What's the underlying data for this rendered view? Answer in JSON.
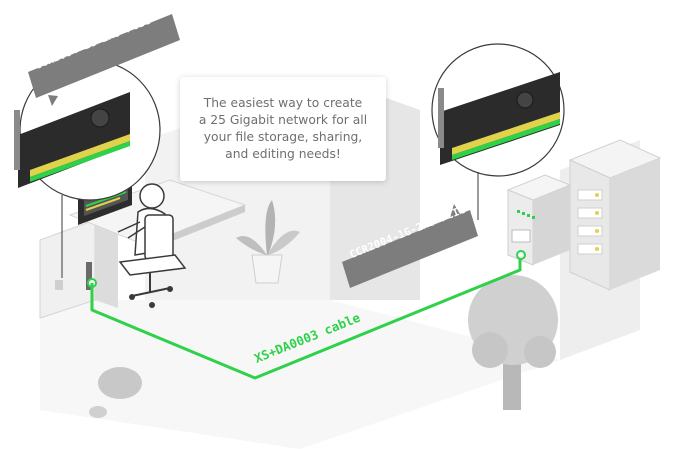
{
  "note": {
    "text": "The easiest way to create\na 25 Gigabit network for all\nyour file storage, sharing,\nand editing needs!"
  },
  "tags": {
    "left_card": "CCR2004-1G-2XS-PCIe",
    "right_card": "CCR2004-1G-2XS-PCIe"
  },
  "cable": {
    "label": "XS+DA0003 cable",
    "color": "#2fd14a"
  },
  "colors": {
    "tag_bg": "#7d7d7d",
    "wall": "#ececec",
    "shade": "#d9d9d9",
    "dark": "#3a3a3a"
  }
}
